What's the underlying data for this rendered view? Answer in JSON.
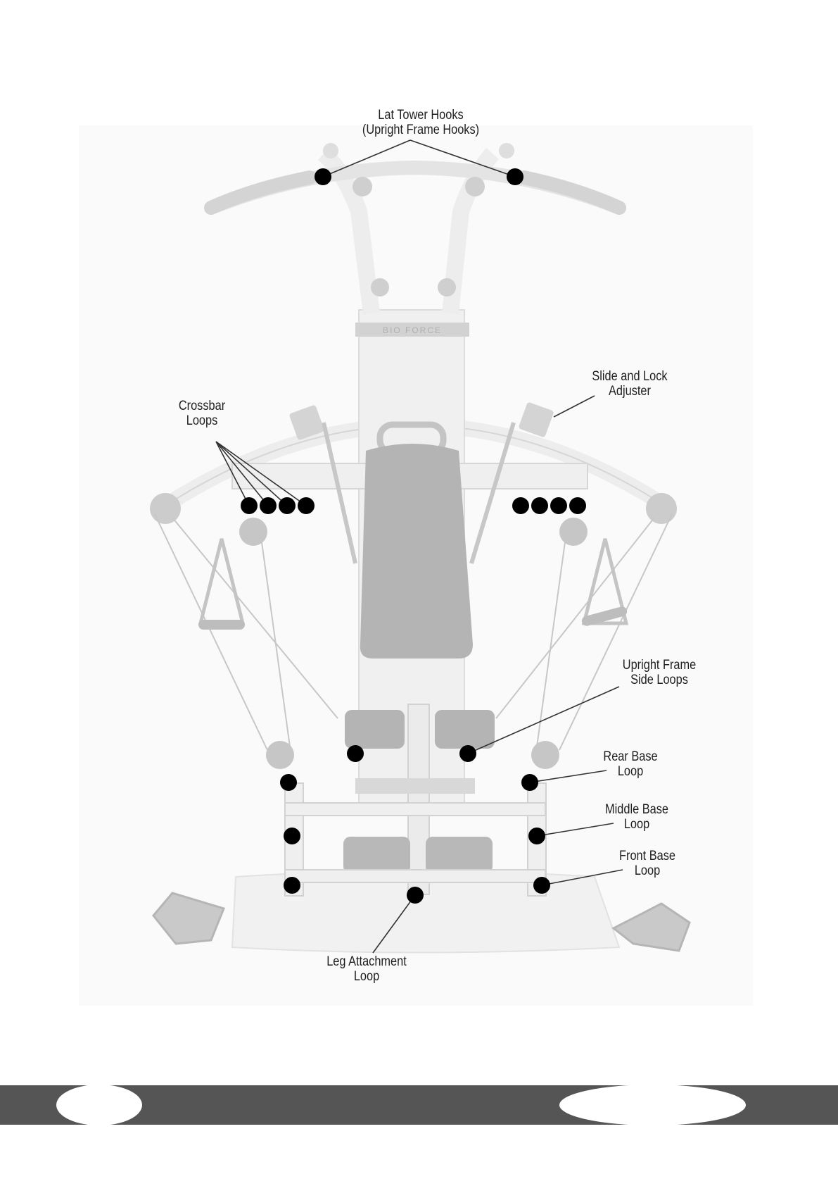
{
  "labels": {
    "lat_tower_hooks": {
      "line1": "Lat Tower Hooks",
      "line2": "(Upright Frame Hooks)"
    },
    "slide_lock_adjuster": {
      "line1": "Slide and Lock",
      "line2": "Adjuster"
    },
    "crossbar_loops": {
      "line1": "Crossbar",
      "line2": "Loops"
    },
    "upright_frame_side_loops": {
      "line1": "Upright Frame",
      "line2": "Side Loops"
    },
    "rear_base_loop": {
      "line1": "Rear Base",
      "line2": "Loop"
    },
    "middle_base_loop": {
      "line1": "Middle Base",
      "line2": "Loop"
    },
    "front_base_loop": {
      "line1": "Front Base",
      "line2": "Loop"
    },
    "leg_attachment_loop": {
      "line1": "Leg Attachment",
      "line2": "Loop"
    }
  },
  "machine_brand_text": "BIO FORCE",
  "colors": {
    "frame": "#f1f1f1",
    "frame_edge": "#c9c9c9",
    "parts": "#bdbdbd",
    "pad": "#a9a9a9",
    "marker": "#000000",
    "leader": "#333333",
    "footer_bar": "#555555"
  }
}
